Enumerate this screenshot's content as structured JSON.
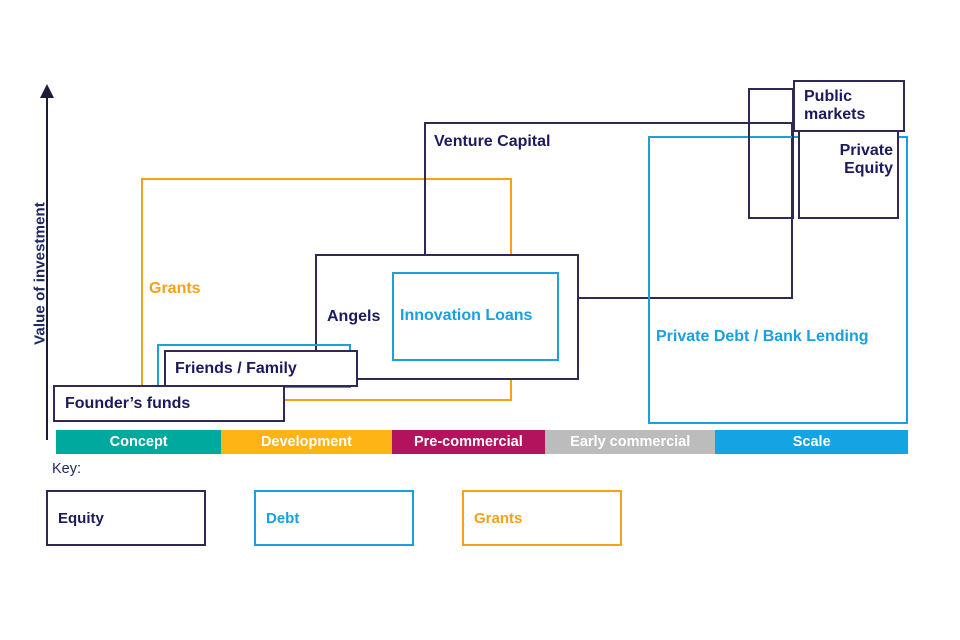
{
  "axis": {
    "y_label": "Value of investment"
  },
  "colors": {
    "equity": "#2e2a54",
    "equity_text": "#1b1b5c",
    "debt": "#18a0e0",
    "grants": "#f7a11a",
    "stage_concept": "#00a99d",
    "stage_development": "#ffb415",
    "stage_precommercial": "#b2135c",
    "stage_early_commercial": "#bcbcbc",
    "stage_scale": "#14a3e3"
  },
  "boxes": [
    {
      "id": "grants",
      "label": "Grants",
      "type": "grants"
    },
    {
      "id": "venture-capital",
      "label": "Venture Capital",
      "type": "equity"
    },
    {
      "id": "private-debt",
      "label": "Private Debt / Bank Lending",
      "type": "debt"
    },
    {
      "id": "angels",
      "label": "Angels",
      "type": "equity"
    },
    {
      "id": "innovation-loans",
      "label": "Innovation Loans",
      "type": "debt"
    },
    {
      "id": "friends-family-debt",
      "label": "",
      "type": "debt"
    },
    {
      "id": "friends-family",
      "label": "Friends / Family",
      "type": "equity"
    },
    {
      "id": "founders-funds",
      "label": "Founder’s funds",
      "type": "equity"
    },
    {
      "id": "public-markets-outer",
      "label": "",
      "type": "equity"
    },
    {
      "id": "public-markets",
      "label": "Public\nmarkets",
      "type": "equity"
    },
    {
      "id": "private-equity",
      "label": "Private\nEquity",
      "type": "equity"
    }
  ],
  "stages": [
    {
      "label": "Concept",
      "color": "#00a99d",
      "width_pct": 19.4
    },
    {
      "label": "Development",
      "color": "#ffb415",
      "width_pct": 20.0
    },
    {
      "label": "Pre-commercial",
      "color": "#b2135c",
      "width_pct": 18.0
    },
    {
      "label": "Early commercial",
      "color": "#bcbcbc",
      "width_pct": 20.0
    },
    {
      "label": "Scale",
      "color": "#14a3e3",
      "width_pct": 22.6
    }
  ],
  "key": {
    "title": "Key:",
    "items": [
      {
        "label": "Equity",
        "type": "equity"
      },
      {
        "label": "Debt",
        "type": "debt"
      },
      {
        "label": "Grants",
        "type": "grants"
      }
    ]
  }
}
